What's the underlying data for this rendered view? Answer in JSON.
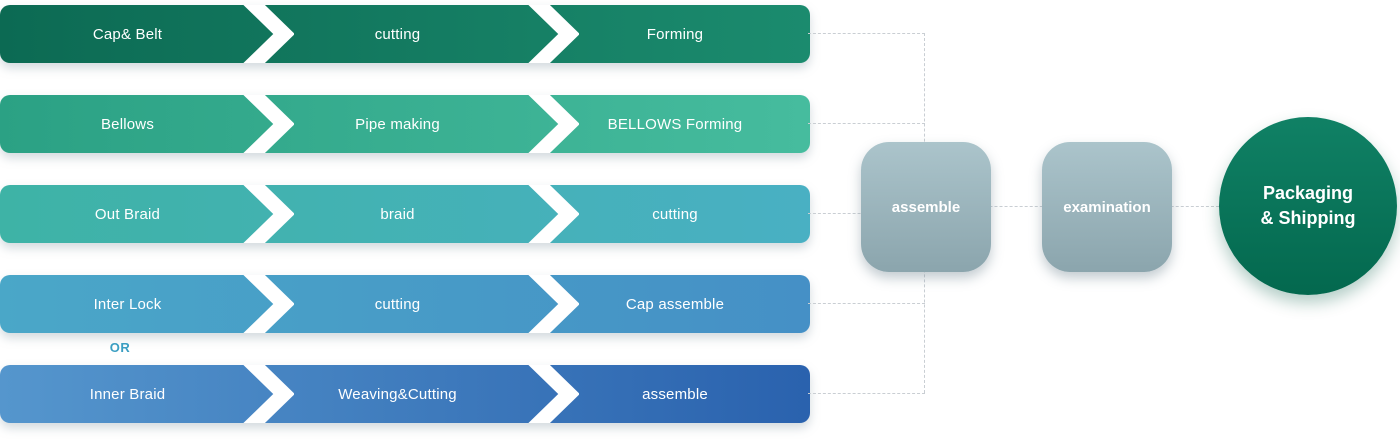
{
  "diagram": {
    "title_implicit": "Manufacturing process flow",
    "rows": [
      {
        "id": "cap-belt",
        "steps": [
          "Cap& Belt",
          "cutting",
          "Forming"
        ],
        "gradient": [
          "#0c6a53",
          "#1b8b6e"
        ]
      },
      {
        "id": "bellows",
        "steps": [
          "Bellows",
          "Pipe making",
          "BELLOWS Forming"
        ],
        "gradient": [
          "#2ba184",
          "#46bc9e"
        ]
      },
      {
        "id": "out-braid",
        "steps": [
          "Out Braid",
          "braid",
          "cutting"
        ],
        "gradient": [
          "#3eb3a6",
          "#49b0c3"
        ]
      },
      {
        "id": "inter-lock",
        "steps": [
          "Inter Lock",
          "cutting",
          "Cap assemble"
        ],
        "gradient": [
          "#4aa7c8",
          "#4590c6"
        ]
      },
      {
        "id": "inner-braid",
        "steps": [
          "Inner Braid",
          "Weaving&Cutting",
          "assemble"
        ],
        "gradient": [
          "#5596cd",
          "#2a62ae"
        ]
      }
    ],
    "or_label": "OR",
    "nodes": {
      "assemble": {
        "label": "assemble",
        "gradient": [
          "#abc4cb",
          "#8ba5ad"
        ]
      },
      "examination": {
        "label": "examination",
        "gradient": [
          "#abc4cb",
          "#8ba5ad"
        ]
      },
      "final": {
        "line1": "Packaging",
        "line2": "& Shipping",
        "gradient": [
          "#108165",
          "#03684e"
        ]
      }
    },
    "colors": {
      "or_text": "#3a9ec2",
      "dashed_line": "#c9ced3",
      "background": "#ffffff",
      "step_text": "#ffffff"
    }
  }
}
